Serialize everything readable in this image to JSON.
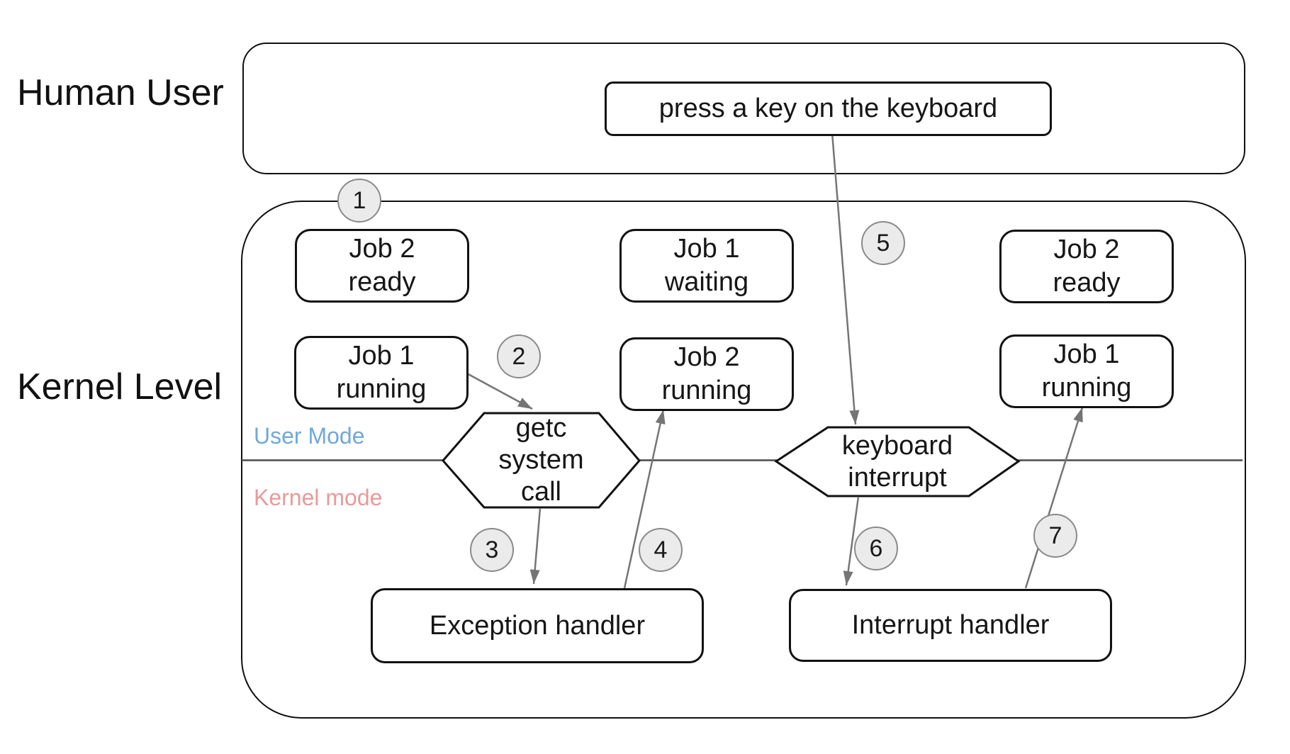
{
  "labels": {
    "human_user": "Human User",
    "kernel_level": "Kernel Level",
    "user_mode": "User Mode",
    "kernel_mode": "Kernel mode"
  },
  "human_user_area": {
    "action_box": "press a key on the keyboard"
  },
  "job_states": {
    "left_top": {
      "line1": "Job 2",
      "line2": "ready"
    },
    "left_bottom": {
      "line1": "Job 1",
      "line2": "running"
    },
    "mid_top": {
      "line1": "Job 1",
      "line2": "waiting"
    },
    "mid_bottom": {
      "line1": "Job 2",
      "line2": "running"
    },
    "right_top": {
      "line1": "Job 2",
      "line2": "ready"
    },
    "right_bottom": {
      "line1": "Job 1",
      "line2": "running"
    }
  },
  "hexagons": {
    "getc": {
      "line1": "getc",
      "line2": "system",
      "line3": "call"
    },
    "keyboard": {
      "line1": "keyboard",
      "line2": "interrupt"
    }
  },
  "handlers": {
    "exception": "Exception handler",
    "interrupt": "Interrupt handler"
  },
  "step_numbers": {
    "s1": "1",
    "s2": "2",
    "s3": "3",
    "s4": "4",
    "s5": "5",
    "s6": "6",
    "s7": "7"
  },
  "colors": {
    "user_mode_text": "#6fa8dc",
    "kernel_mode_text": "#ea9999",
    "arrow": "#757575",
    "divider_line": "#4a4a4a",
    "circle_fill": "#ebebeb",
    "circle_border": "#8a8a8a",
    "box_border": "#111111"
  }
}
